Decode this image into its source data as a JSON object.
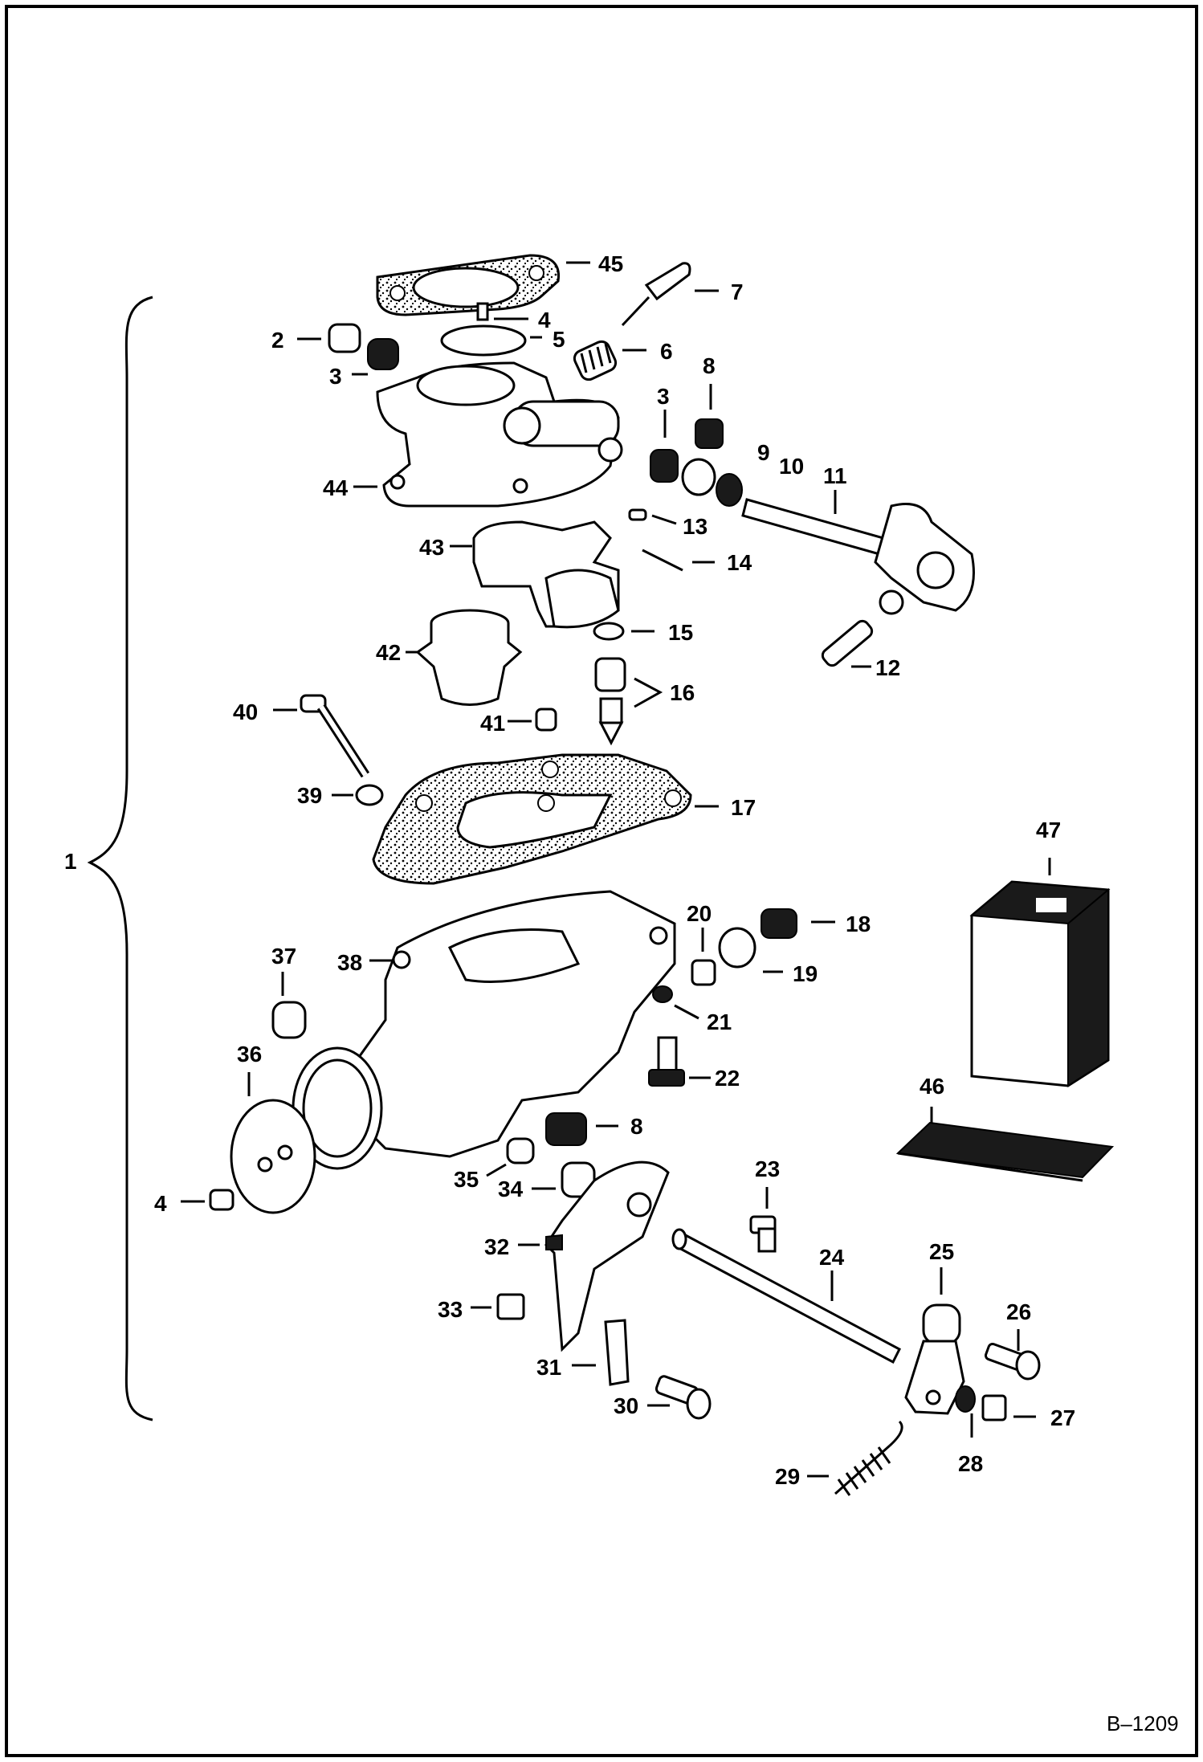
{
  "drawing": {
    "document_id": "B–1209",
    "assembly_callout": "1"
  },
  "callouts": {
    "c2": "2",
    "c3a": "3",
    "c3b": "3",
    "c4a": "4",
    "c4b": "4",
    "c5": "5",
    "c6": "6",
    "c7": "7",
    "c8a": "8",
    "c8b": "8",
    "c9": "9",
    "c10": "10",
    "c11": "11",
    "c12": "12",
    "c13": "13",
    "c14": "14",
    "c15": "15",
    "c16": "16",
    "c17": "17",
    "c18": "18",
    "c19": "19",
    "c20": "20",
    "c21": "21",
    "c22": "22",
    "c23": "23",
    "c24": "24",
    "c25": "25",
    "c26": "26",
    "c27": "27",
    "c28": "28",
    "c29": "29",
    "c30": "30",
    "c31": "31",
    "c32": "32",
    "c33": "33",
    "c34": "34",
    "c35": "35",
    "c36": "36",
    "c37": "37",
    "c38": "38",
    "c39": "39",
    "c40": "40",
    "c41": "41",
    "c42": "42",
    "c43": "43",
    "c44": "44",
    "c45": "45",
    "c46": "46",
    "c47": "47"
  }
}
